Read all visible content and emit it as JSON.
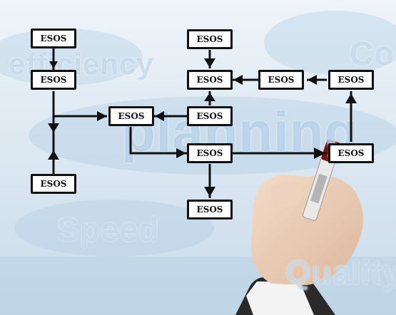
{
  "background_words": {
    "efficiency": "efficiency",
    "planning": "planning",
    "speed": "Speed",
    "quality": "Quality",
    "co": "Co"
  },
  "nodes": {
    "n1": "ESOS",
    "n2": "ESOS",
    "n3": "ESOS",
    "n4": "ESOS",
    "n5": "ESOS",
    "n6": "ESOS",
    "n7": "ESOS",
    "n8": "ESOS",
    "n9": "ESOS",
    "n10": "ESOS",
    "n11": "ESOS",
    "n12": "ESOS"
  },
  "colors": {
    "line": "#111111",
    "node_fill": "#ffffff",
    "background": "#dfeaf3"
  }
}
